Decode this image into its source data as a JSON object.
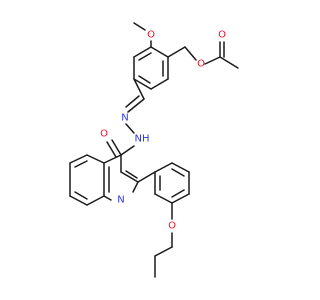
{
  "molecule": {
    "colors": {
      "bond": "#1a1a1a",
      "O": "#e8142c",
      "N": "#2f39d8",
      "background": "#ffffff"
    },
    "atom_labels": {
      "o_methoxy": "O",
      "o_ester_single": "O",
      "o_ester_carbonyl": "O",
      "o_amide": "O",
      "n_hydrazone": "N",
      "nh_hydrazide": "NH",
      "n_quinoline": "N",
      "o_propoxy": "O"
    }
  }
}
